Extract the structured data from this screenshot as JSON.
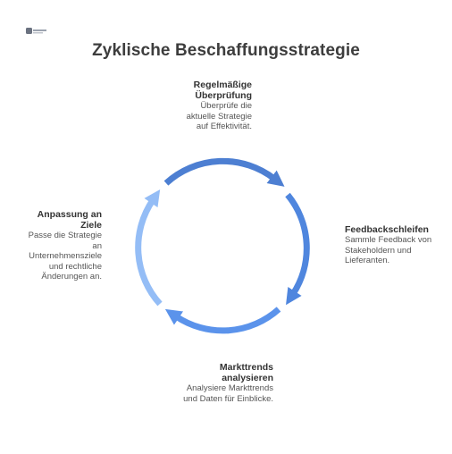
{
  "title": "Zyklische Beschaffungsstrategie",
  "logo": {
    "icon": "brand-logo-icon"
  },
  "cycle": {
    "arrow_colors": [
      "#4d7fd2",
      "#4f86de",
      "#5b93eb",
      "#94bdf6"
    ],
    "steps": [
      {
        "heading": "Regelmäßige Überprüfung",
        "description": "Überprüfe die aktuelle Strategie auf Effektivität."
      },
      {
        "heading": "Feedbackschleifen",
        "description": "Sammle Feedback von Stakeholdern und Lieferanten."
      },
      {
        "heading": "Markttrends analysieren",
        "description": "Analysiere Markttrends und Daten für Einblicke."
      },
      {
        "heading": "Anpassung an Ziele",
        "description": "Passe die Strategie an Unternehmensziele und rechtliche Änderungen an."
      }
    ]
  }
}
